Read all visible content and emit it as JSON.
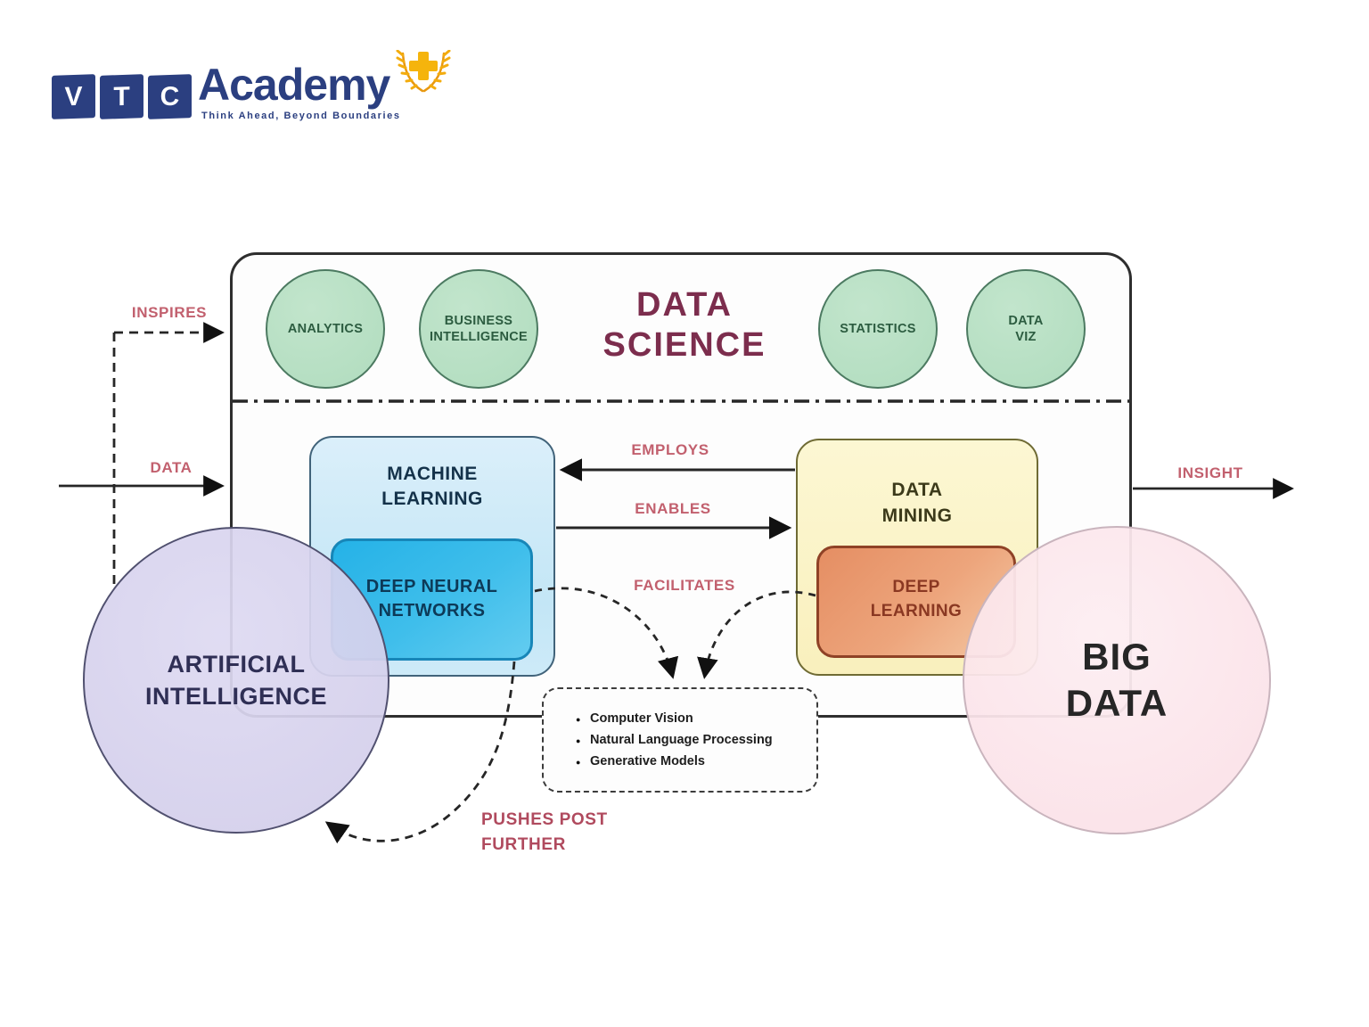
{
  "logo": {
    "letters": [
      "V",
      "T",
      "C"
    ],
    "brand": "Academy",
    "tagline": "Think Ahead, Beyond Boundaries"
  },
  "diagram": {
    "title": "DATA\nSCIENCE",
    "top_circles": [
      {
        "label": "ANALYTICS"
      },
      {
        "label": "BUSINESS\nINTELLIGENCE"
      },
      {
        "label": "STATISTICS"
      },
      {
        "label": "DATA\nVIZ"
      }
    ],
    "nodes": {
      "machine_learning": "MACHINE\nLEARNING",
      "deep_neural_networks": "DEEP NEURAL\nNETWORKS",
      "data_mining": "DATA\nMINING",
      "deep_learning": "DEEP\nLEARNING",
      "artificial_intelligence": "ARTIFICIAL\nINTELLIGENCE",
      "big_data": "BIG\nDATA"
    },
    "edges": {
      "inspires": "INSPIRES",
      "data": "DATA",
      "employs": "EMPLOYS",
      "enables": "ENABLES",
      "facilitates": "FACILITATES",
      "insight": "INSIGHT",
      "pushes_post_further": "PUSHES POST\nFURTHER"
    },
    "applications": [
      "Computer Vision",
      "Natural Language Processing",
      "Generative Models"
    ],
    "colors": {
      "logo_navy": "#2b3f80",
      "logo_gold": "#f3ac0e",
      "title_berry": "#7c2d4d",
      "edge_label_pink": "#c2606e",
      "pushes_label_red": "#b04a5e",
      "green_circle_fill": "#b7dfc3",
      "green_circle_text": "#2c5c40",
      "ml_fill": "#cde9f8",
      "dnn_fill": "#2cb5e8",
      "dm_fill": "#fbf3c6",
      "dl_fill": "#e89a6d",
      "ai_fill": "#d7d3ec",
      "big_data_fill": "#fce3e9",
      "line_black": "#1c1c1c"
    }
  }
}
